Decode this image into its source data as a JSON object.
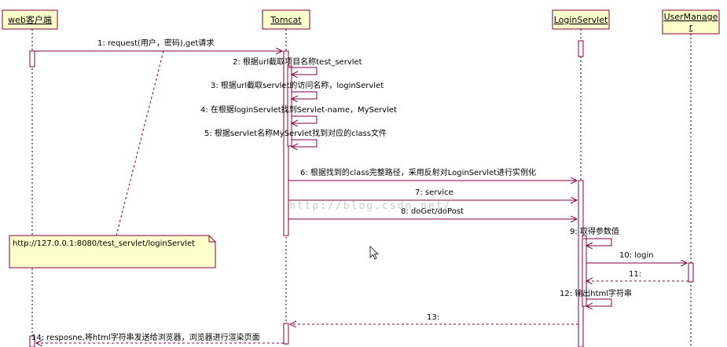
{
  "participants": [
    {
      "id": "client",
      "label": "web客户端"
    },
    {
      "id": "tomcat",
      "label": "Tomcat"
    },
    {
      "id": "servlet",
      "label": "LoginServlet"
    },
    {
      "id": "manager",
      "label_line1": "UserManage",
      "label_line2": "r"
    }
  ],
  "messages": [
    {
      "id": "m1",
      "label": "1: request(用户，密码),get请求"
    },
    {
      "id": "m2",
      "label": "2: 根据url截取项目名称test_servlet"
    },
    {
      "id": "m3",
      "label": "3: 根据url截取servlet的访问名称，loginServlet"
    },
    {
      "id": "m4",
      "label": "4: 在根据loginServlet找到Servlet-name，MyServlet"
    },
    {
      "id": "m5",
      "label": "5: 根据servlet名称MyServlet找到对应的class文件"
    },
    {
      "id": "m6",
      "label": "6: 根据找到的class完整路径，采用反射对LoginServlet进行实例化"
    },
    {
      "id": "m7",
      "label": "7: service"
    },
    {
      "id": "m8",
      "label": "8: doGet/doPost"
    },
    {
      "id": "m9",
      "label": "9: 取得参数值"
    },
    {
      "id": "m10",
      "label": "10: login"
    },
    {
      "id": "m11",
      "label": "11:"
    },
    {
      "id": "m12",
      "label": "12: 输出html字符串"
    },
    {
      "id": "m13",
      "label": "13:"
    },
    {
      "id": "m14",
      "label": "14: resposne,将html字符串发送给浏览器，浏览器进行渲染页面"
    }
  ],
  "note": {
    "text": "http://127.0.0.1:8080/test_servlet/loginServlet"
  },
  "watermark": "http://blog.csdn.net/",
  "colors": {
    "line": "#800040",
    "activation_fill": "#ffffff",
    "note_fill": "#ffffcc",
    "header_fill": "#ffffcc",
    "watermark": "#cccccc"
  }
}
